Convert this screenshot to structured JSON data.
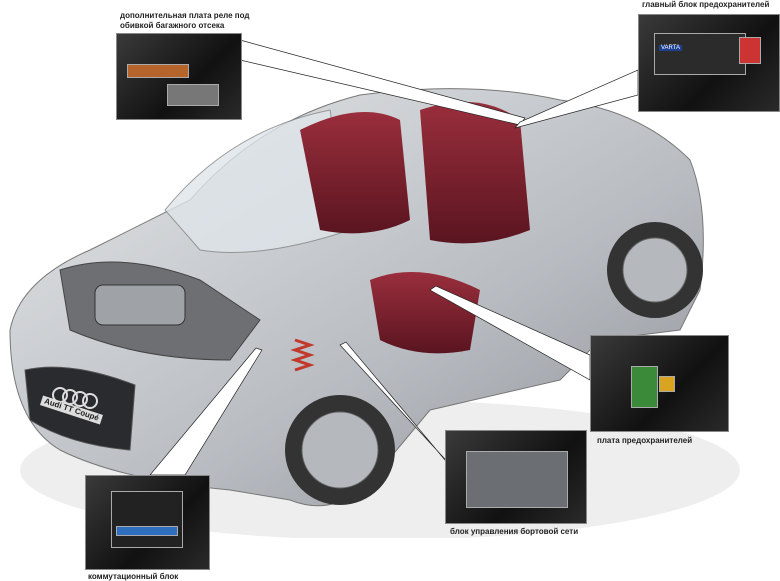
{
  "callouts": [
    {
      "id": "aux-relay",
      "label": "дополнительная плата реле под обивкой багажного отсека",
      "label_line1": "дополнительная плата реле под",
      "label_line2": "обивкой багажного отсека"
    },
    {
      "id": "main-fuse",
      "label": "главный блок предохранителей",
      "battery_brand": "VARTA"
    },
    {
      "id": "fuse-panel",
      "label": "плата предохранителей"
    },
    {
      "id": "onboard-ecu",
      "label": "блок управления бортовой сети"
    },
    {
      "id": "switch-block",
      "label": "коммутационный блок"
    }
  ],
  "car": {
    "badge": "Audi TT Coupé",
    "colors": {
      "body": "#c9ccd0",
      "interior": "#7a1f2b",
      "callout_bg": "#1a1a1a"
    }
  }
}
